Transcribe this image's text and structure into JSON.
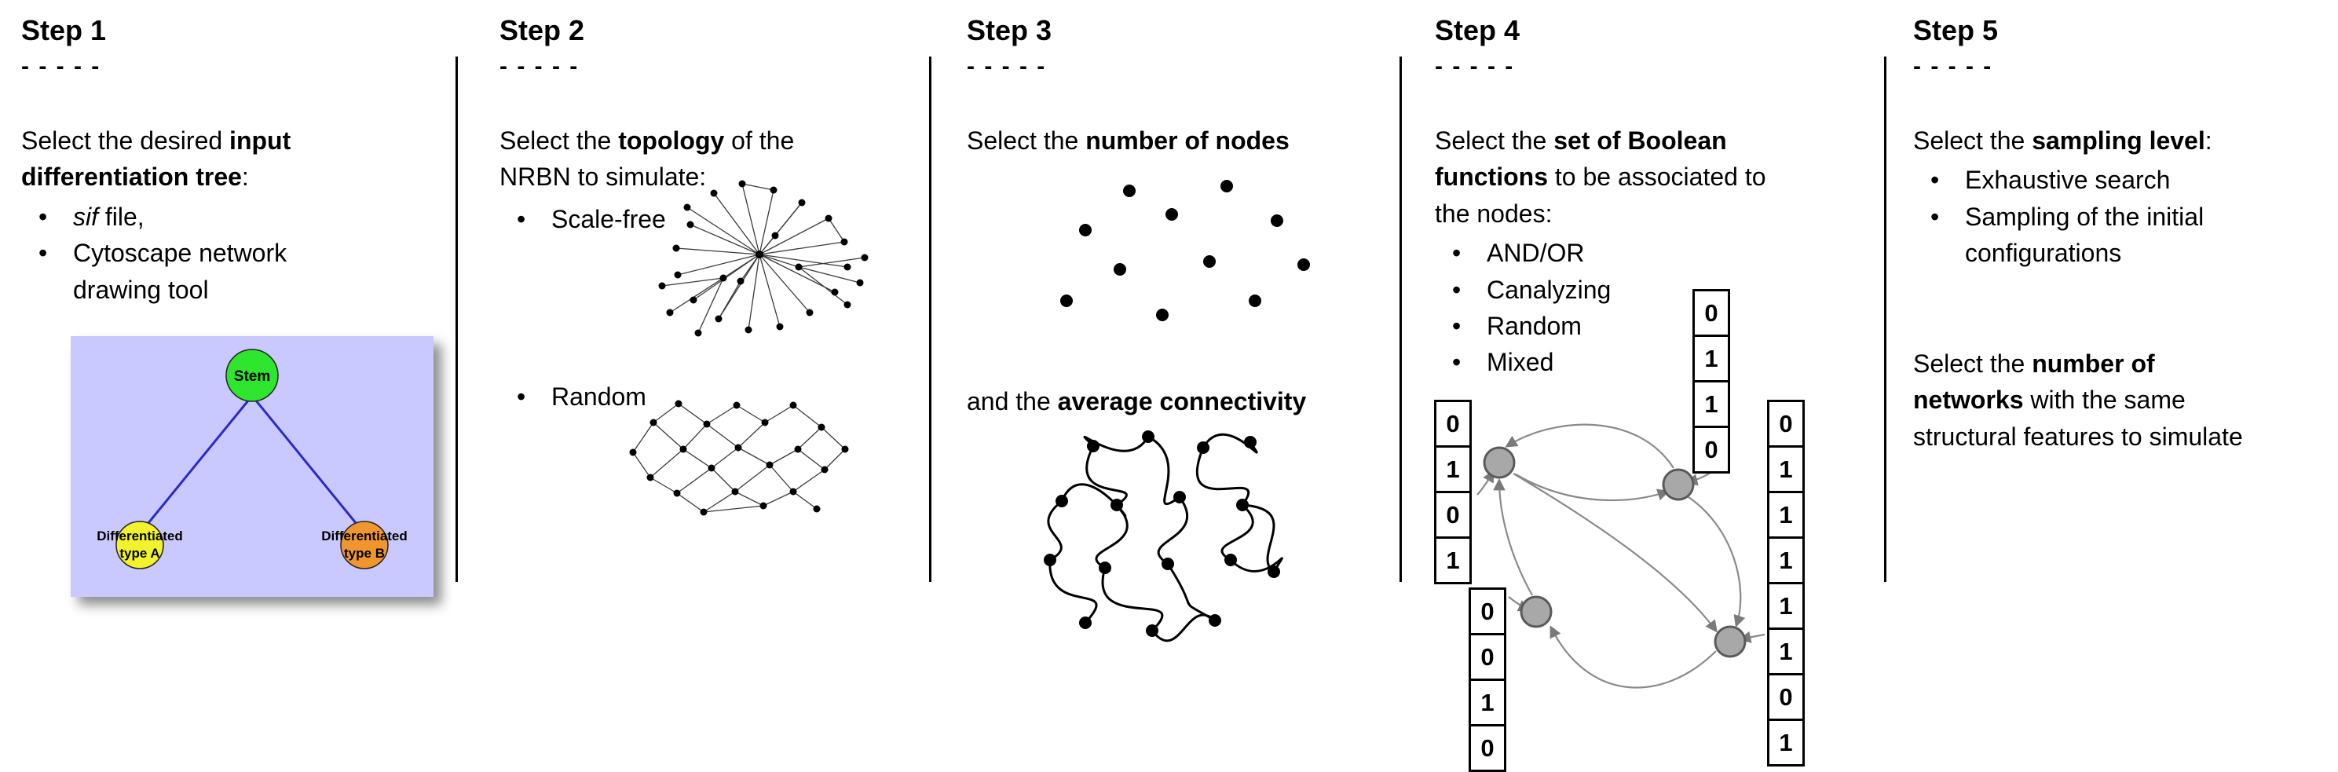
{
  "ui": {
    "bullet_char": "•"
  },
  "steps": {
    "step1": {
      "title": "Step 1",
      "dashes": "- - - - -",
      "intro_pre": "Select the desired ",
      "intro_bold": "input differentiation tree",
      "intro_post": ":",
      "bullet1_italic": "sif",
      "bullet1_rest": " file,",
      "bullet2": "Cytoscape network drawing tool",
      "tree": {
        "stem_label": "Stem",
        "type_a_label_line1": "Differentiated",
        "type_a_label_line2": "type A",
        "type_b_label_line1": "Differentiated",
        "type_b_label_line2": "type B",
        "colors": {
          "background": "#c9c9ff",
          "stem_node": "#2ee62e",
          "type_a_node": "#f2f22e",
          "type_b_node": "#f0962e",
          "edge": "#2a2ac8"
        }
      }
    },
    "step2": {
      "title": "Step 2",
      "dashes": "- - - - -",
      "intro_pre": "Select the ",
      "intro_bold": "topology",
      "intro_post": " of the NRBN to simulate:",
      "bullet1": "Scale-free",
      "bullet2": "Random"
    },
    "step3": {
      "title": "Step 3",
      "dashes": "- - - - -",
      "line1_pre": "Select the ",
      "line1_bold": "number of nodes",
      "line2_pre": "and the ",
      "line2_bold": "average connectivity"
    },
    "step4": {
      "title": "Step 4",
      "dashes": "- - - - -",
      "intro_pre": "Select the ",
      "intro_bold": "set of Boolean functions",
      "intro_post": " to be associated to the nodes:",
      "bullets": [
        "AND/OR",
        "Canalyzing",
        "Random",
        "Mixed"
      ],
      "truth_tables": {
        "left": [
          "0",
          "1",
          "0",
          "1"
        ],
        "top": [
          "0",
          "1",
          "1",
          "0"
        ],
        "right": [
          "0",
          "1",
          "1",
          "1",
          "1",
          "1",
          "0",
          "1"
        ],
        "bottom_left": [
          "0",
          "0",
          "1",
          "0"
        ]
      }
    },
    "step5": {
      "title": "Step 5",
      "dashes": "- - - - -",
      "intro_pre": "Select the ",
      "intro_bold": "sampling level",
      "intro_post": ":",
      "bullet1": "Exhaustive search",
      "bullet2": "Sampling of the initial configurations",
      "para2_pre": "Select the ",
      "para2_bold": "number of networks",
      "para2_post": " with the same structural features to simulate"
    }
  }
}
